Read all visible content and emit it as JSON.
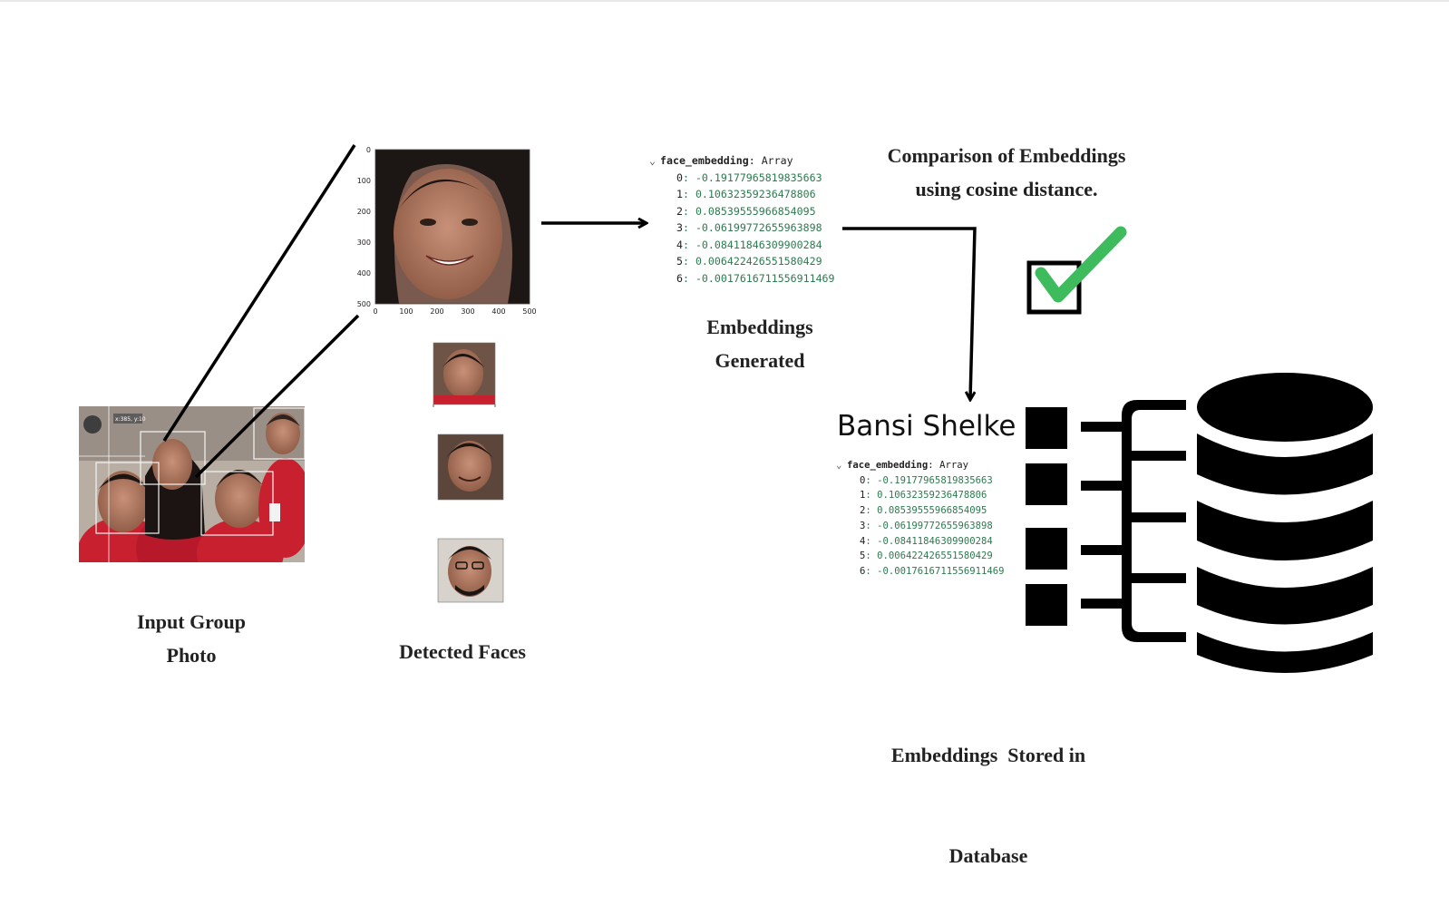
{
  "captions": {
    "input_line1": "Input Group",
    "input_line2": "Photo",
    "detected": "Detected Faces",
    "generated_line1": "Embeddings",
    "generated_line2": "Generated",
    "comparison_line1": "Comparison of Embeddings",
    "comparison_line2": "using cosine distance.",
    "stored_line1": "Embeddings  Stored in",
    "stored_line2": "Database"
  },
  "person_name": "Bansi Shelke",
  "photo_overlay": "x:385, y:10",
  "embedding_generated": {
    "key": "face_embedding",
    "type": "Array",
    "items": [
      {
        "index": "0",
        "value": "-0.19177965819835663"
      },
      {
        "index": "1",
        "value": "0.10632359236478806"
      },
      {
        "index": "2",
        "value": "0.08539555966854095"
      },
      {
        "index": "3",
        "value": "-0.06199772655963898"
      },
      {
        "index": "4",
        "value": "-0.08411846309900284"
      },
      {
        "index": "5",
        "value": "0.006422426551580429"
      },
      {
        "index": "6",
        "value": "-0.0017616711556911469"
      }
    ]
  },
  "embedding_stored": {
    "key": "face_embedding",
    "type": "Array",
    "items": [
      {
        "index": "0",
        "value": "-0.19177965819835663"
      },
      {
        "index": "1",
        "value": "0.10632359236478806"
      },
      {
        "index": "2",
        "value": "0.08539555966854095"
      },
      {
        "index": "3",
        "value": "-0.06199772655963898"
      },
      {
        "index": "4",
        "value": "-0.08411846309900284"
      },
      {
        "index": "5",
        "value": "0.006422426551580429"
      },
      {
        "index": "6",
        "value": "-0.0017616711556911469"
      }
    ]
  },
  "large_face_axis": {
    "y_ticks": [
      "0",
      "100",
      "200",
      "300",
      "400",
      "500"
    ],
    "x_ticks": [
      "0",
      "100",
      "200",
      "300",
      "400",
      "500"
    ]
  },
  "icons": [
    "checkmark-icon",
    "checkbox-icon",
    "database-icon",
    "database-schema-icon"
  ],
  "colors": {
    "check_green": "#3dbb5d",
    "value_green": "#2c7a4f",
    "shirt_red": "#c8202f"
  }
}
